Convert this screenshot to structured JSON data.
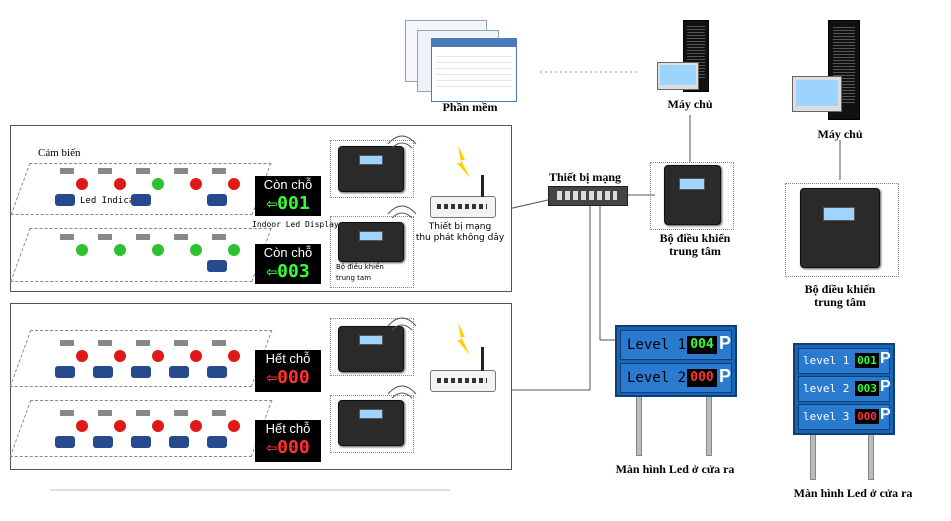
{
  "labels": {
    "software": "Phần mềm",
    "server_center": "Máy chủ",
    "server_right": "Máy chủ",
    "network_device": "Thiết bị mạng",
    "central_controller": "Bộ điều khiển\ntrung tâm",
    "central_controller_right": "Bộ điều khiển\ntrung tâm",
    "sensor": "Cảm biến",
    "led_indicator": "Led Indicator",
    "indoor_led": "Indoor Led Display",
    "wireless_device": "Thiết bị mạng\nthu phát không dây",
    "zone_controller": "Bộ điều khiển\ntrung tam",
    "exit_led_center": "Màn hình Led ở cửa ra",
    "exit_led_right": "Màn hình Led ở cửa ra"
  },
  "signs": [
    {
      "text": "Còn chỗ",
      "number": "001",
      "color": "#33ff33"
    },
    {
      "text": "Còn chỗ",
      "number": "003",
      "color": "#33ff33"
    },
    {
      "text": "Hết chỗ",
      "number": "000",
      "color": "#ff3030"
    },
    {
      "text": "Hết chỗ",
      "number": "000",
      "color": "#ff3030"
    }
  ],
  "level_board_center": [
    {
      "label": "Level 1",
      "value": "004",
      "value_color": "#33ff33",
      "p": "P"
    },
    {
      "label": "Level 2",
      "value": "000",
      "value_color": "#ff3030",
      "p": "P"
    }
  ],
  "level_board_right": [
    {
      "label": "level 1",
      "value": "001",
      "value_color": "#33ff33",
      "p": "P"
    },
    {
      "label": "level 2",
      "value": "003",
      "value_color": "#33ff33",
      "p": "P"
    },
    {
      "label": "level 3",
      "value": "000",
      "value_color": "#ff3030",
      "p": "P"
    }
  ],
  "lane_lights": [
    [
      "red",
      "red",
      "green",
      "red",
      "red"
    ],
    [
      "green",
      "green",
      "green",
      "green",
      "green"
    ],
    [
      "red",
      "red",
      "red",
      "red",
      "red"
    ],
    [
      "red",
      "red",
      "red",
      "red",
      "red"
    ]
  ],
  "colors": {
    "green": "#2ec02e",
    "red": "#e01818",
    "car": "#274a8c",
    "board": "#1a64b4"
  }
}
